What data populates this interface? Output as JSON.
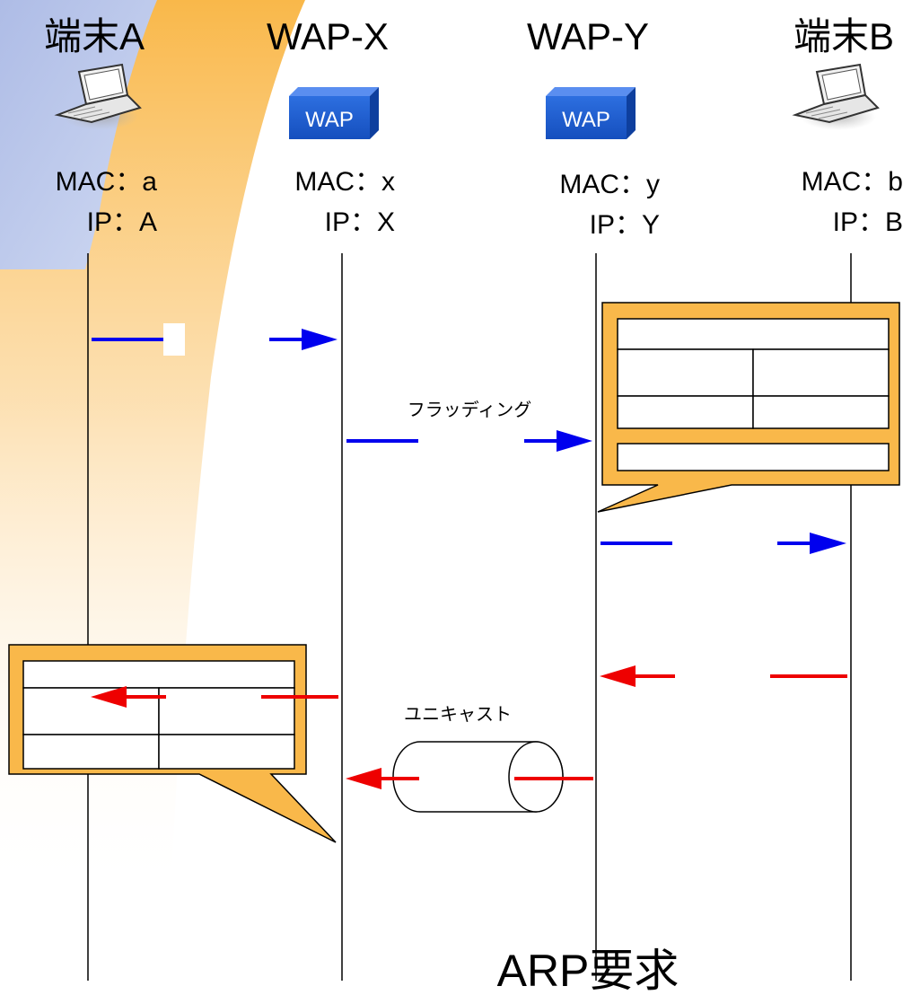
{
  "title": "ARP要求",
  "colors": {
    "request_arrow": "#0000ee",
    "reply_arrow": "#ee0000",
    "callout_fill": "#f9b84a",
    "wap_box": "#1e5fd0"
  },
  "nodes": [
    {
      "name": "端末A",
      "type": "laptop",
      "mac": "MAC：a",
      "ip": "IP：A"
    },
    {
      "name": "WAP-X",
      "type": "wap",
      "icon_label": "WAP",
      "mac": "MAC：x",
      "ip": "IP：X"
    },
    {
      "name": "WAP-Y",
      "type": "wap",
      "icon_label": "WAP",
      "mac": "MAC：y",
      "ip": "IP：Y"
    },
    {
      "name": "端末B",
      "type": "laptop",
      "mac": "MAC：b",
      "ip": "IP：B"
    }
  ],
  "labels": {
    "flooding": "フラッディング",
    "unicast": "ユニキャスト"
  },
  "messages": [
    {
      "from": "端末A",
      "to": "WAP-X",
      "kind": "request"
    },
    {
      "from": "WAP-X",
      "to": "WAP-Y",
      "kind": "request",
      "label": "フラッディング"
    },
    {
      "from": "WAP-Y",
      "to": "端末B",
      "kind": "request"
    },
    {
      "from": "端末B",
      "to": "WAP-Y",
      "kind": "reply"
    },
    {
      "from": "WAP-Y",
      "to": "WAP-X",
      "kind": "reply",
      "label": "ユニキャスト"
    },
    {
      "from": "WAP-X",
      "to": "端末A",
      "kind": "reply"
    }
  ]
}
